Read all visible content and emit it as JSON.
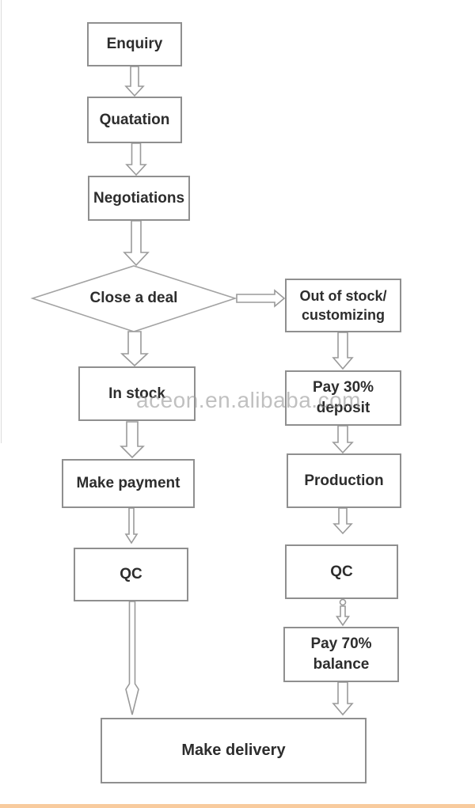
{
  "diagram": {
    "type": "flowchart",
    "nodes": {
      "enquiry": {
        "label": "Enquiry",
        "shape": "rect"
      },
      "quatation": {
        "label": "Quatation",
        "shape": "rect"
      },
      "negotiations": {
        "label": "Negotiations",
        "shape": "rect"
      },
      "close_deal": {
        "label": "Close a deal",
        "shape": "decision"
      },
      "out_of_stock": {
        "line1": "Out of stock/",
        "line2": "customizing",
        "shape": "rect"
      },
      "in_stock": {
        "label": "In stock",
        "shape": "rect"
      },
      "pay_30": {
        "line1": "Pay 30%",
        "line2": "deposit",
        "shape": "rect"
      },
      "make_payment": {
        "label": "Make payment",
        "shape": "rect"
      },
      "production": {
        "label": "Production",
        "shape": "rect"
      },
      "qc_left": {
        "label": "QC",
        "shape": "rect"
      },
      "qc_right": {
        "label": "QC",
        "shape": "rect"
      },
      "pay_70": {
        "line1": "Pay 70%",
        "line2": "balance",
        "shape": "rect"
      },
      "make_delivery": {
        "label": "Make delivery",
        "shape": "rect"
      }
    },
    "edges": [
      {
        "from": "enquiry",
        "to": "quatation"
      },
      {
        "from": "quatation",
        "to": "negotiations"
      },
      {
        "from": "negotiations",
        "to": "close_deal"
      },
      {
        "from": "close_deal",
        "to": "in_stock"
      },
      {
        "from": "close_deal",
        "to": "out_of_stock"
      },
      {
        "from": "in_stock",
        "to": "make_payment"
      },
      {
        "from": "make_payment",
        "to": "qc_left"
      },
      {
        "from": "qc_left",
        "to": "make_delivery"
      },
      {
        "from": "out_of_stock",
        "to": "pay_30"
      },
      {
        "from": "pay_30",
        "to": "production"
      },
      {
        "from": "production",
        "to": "qc_right"
      },
      {
        "from": "qc_right",
        "to": "pay_70"
      },
      {
        "from": "pay_70",
        "to": "make_delivery"
      }
    ]
  },
  "watermark": {
    "text": "aceon.en.alibaba.com"
  },
  "colors": {
    "box_border": "#8f8f8f",
    "text": "#2d2d2d",
    "arrow_outline": "#9a9a9a",
    "watermark": "#9b9b9b",
    "bottom_bar": "#f8cb9e"
  }
}
